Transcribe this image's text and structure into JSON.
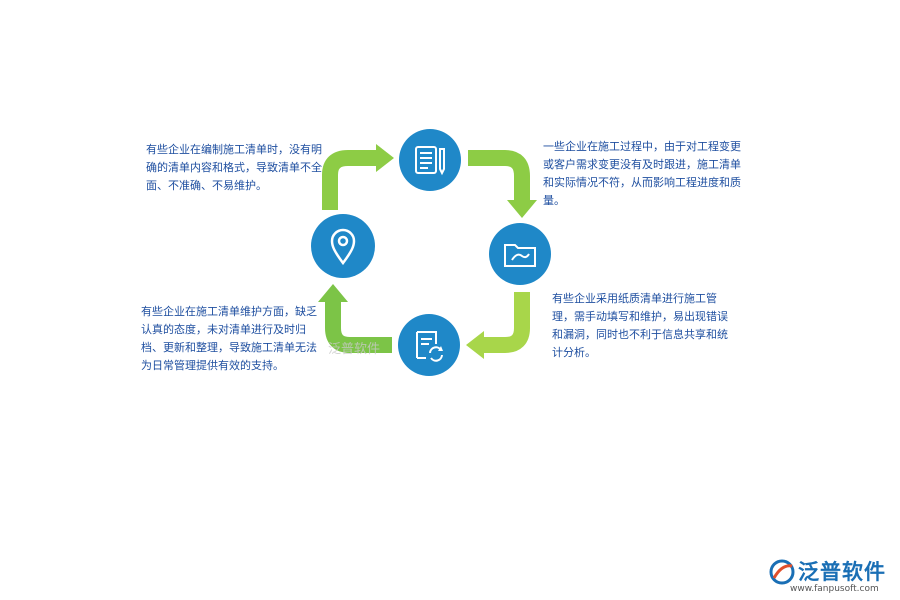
{
  "diagram": {
    "top_left_text": "有些企业在编制施工清单时，没有明确的清单内容和格式，导致清单不全面、不准确、不易维护。",
    "top_right_text": "一些企业在施工过程中，由于对工程变更或客户需求变更没有及时跟进，施工清单和实际情况不符，从而影响工程进度和质量。",
    "bottom_right_text": "有些企业采用纸质清单进行施工管理，需手动填写和维护，易出现错误和漏洞，同时也不利于信息共享和统计分析。",
    "bottom_left_text": "有些企业在施工清单维护方面，缺乏认真的态度，未对清单进行及时归档、更新和整理，导致施工清单无法为日常管理提供有效的支持。",
    "nodes": [
      {
        "icon": "document-pencil-icon"
      },
      {
        "icon": "folder-icon"
      },
      {
        "icon": "document-refresh-icon"
      },
      {
        "icon": "location-pin-icon"
      }
    ],
    "colors": {
      "node": "#1f88c8",
      "arrow_light": "#a8d64a",
      "arrow_dark": "#7cc447",
      "text": "#1f4fa0"
    }
  },
  "watermark": "泛普软件",
  "logo": {
    "name": "泛普软件",
    "url": "www.fanpusoft.com"
  }
}
